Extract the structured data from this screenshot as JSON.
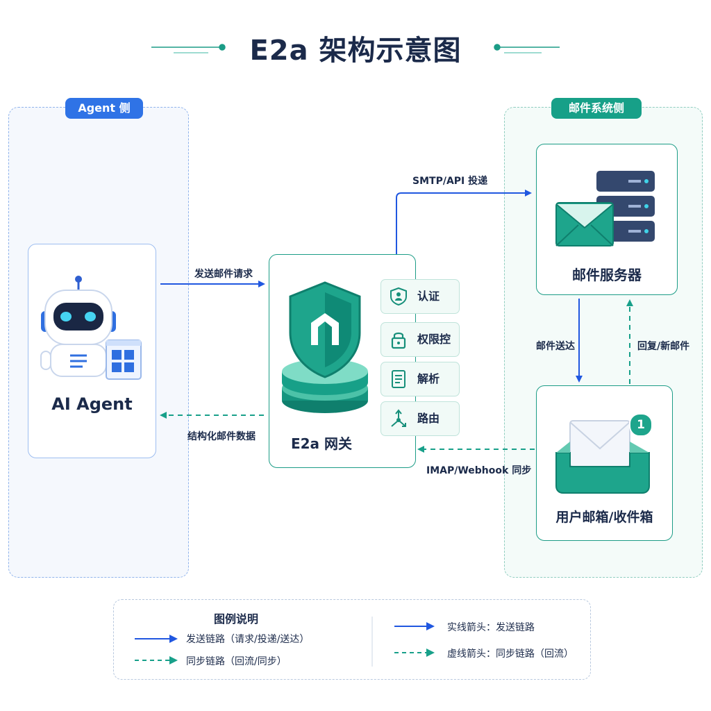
{
  "title": "E2a 架构示意图",
  "zones": {
    "agent_side": "Agent 侧",
    "mail_side": "邮件系统侧"
  },
  "nodes": {
    "agent": "AI Agent",
    "gateway": "E2a 网关",
    "mail_server": "邮件服务器",
    "inbox": "用户邮箱/收件箱"
  },
  "gateway_features": [
    "认证",
    "权限控制",
    "解析",
    "路由"
  ],
  "inbox_badge": "1",
  "edges": {
    "send_request": "发送邮件请求",
    "structured_data": "结构化邮件数据",
    "smtp_api": "SMTP/API 投递",
    "mail_delivery": "邮件送达",
    "reply_new": "回复/新邮件",
    "imap_webhook": "IMAP/Webhook 同步"
  },
  "legend": {
    "title": "图例说明",
    "send_chain": "发送链路（请求/投递/送达）",
    "sync_chain": "同步链路（回流/同步）",
    "solid_arrow": "实线箭头：发送链路",
    "dashed_arrow": "虚线箭头：同步链路（回流）"
  },
  "colors": {
    "send": "#2057e0",
    "sync": "#18a08a",
    "agent_accent": "#2f73e6",
    "mail_accent": "#17a088"
  }
}
